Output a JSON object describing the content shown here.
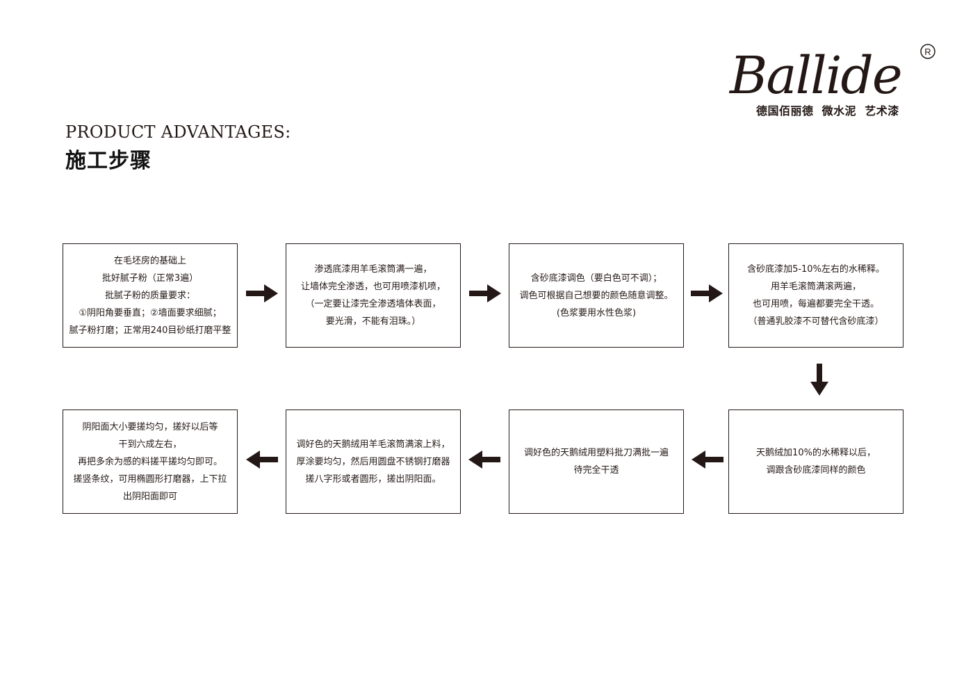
{
  "brand": {
    "logo_wordmark": "Ballide",
    "registered_mark": "R",
    "tagline": "德国佰丽德  微水泥  艺术漆"
  },
  "heading": {
    "english": "PRODUCT ADVANTAGES:",
    "chinese": "施工步骤"
  },
  "colors": {
    "ink": "#231815",
    "background": "#ffffff"
  },
  "steps": [
    {
      "lines": [
        "在毛坯房的基础上",
        "批好腻子粉（正常3遍）",
        "批腻子粉的质量要求：",
        "①阴阳角要垂直；②墙面要求细腻；",
        "腻子粉打磨；正常用240目砂纸打磨平整"
      ]
    },
    {
      "lines": [
        "渗透底漆用羊毛滚筒满一遍，",
        "让墙体完全渗透，也可用喷漆机喷，",
        "（一定要让漆完全渗透墙体表面，",
        "要光滑，不能有泪珠。）"
      ]
    },
    {
      "lines": [
        "含砂底漆调色（要白色可不调）；",
        "调色可根据自己想要的颜色随意调整。",
        "(色浆要用水性色浆)"
      ]
    },
    {
      "lines": [
        "含砂底漆加5-10%左右的水稀释。",
        "用羊毛滚筒满滚两遍，",
        "也可用喷，每遍都要完全干透。",
        "（普通乳胶漆不可替代含砂底漆）"
      ]
    },
    {
      "lines": [
        "天鹅绒加10%的水稀释以后，",
        "调跟含砂底漆同样的颜色"
      ]
    },
    {
      "lines": [
        "调好色的天鹅绒用塑料批刀满批一遍",
        "待完全干透"
      ]
    },
    {
      "lines": [
        "调好色的天鹅绒用羊毛滚筒满滚上料，",
        "厚涂要均匀，然后用圆盘不锈钢打磨器",
        "搓八字形或者圆形，搓出阴阳面。"
      ]
    },
    {
      "lines": [
        "阴阳面大小要搓均匀，搓好以后等",
        "干到六成左右，",
        "再把多余为感的料搓平搓均匀即可。",
        "搓竖条纹，可用椭圆形打磨器，上下拉",
        "出阴阳面即可"
      ]
    }
  ],
  "arrows": [
    {
      "direction": "right",
      "icon": "arrow-right-icon"
    },
    {
      "direction": "right",
      "icon": "arrow-right-icon"
    },
    {
      "direction": "right",
      "icon": "arrow-right-icon"
    },
    {
      "direction": "down",
      "icon": "arrow-down-icon"
    },
    {
      "direction": "left",
      "icon": "arrow-left-icon"
    },
    {
      "direction": "left",
      "icon": "arrow-left-icon"
    },
    {
      "direction": "left",
      "icon": "arrow-left-icon"
    }
  ]
}
